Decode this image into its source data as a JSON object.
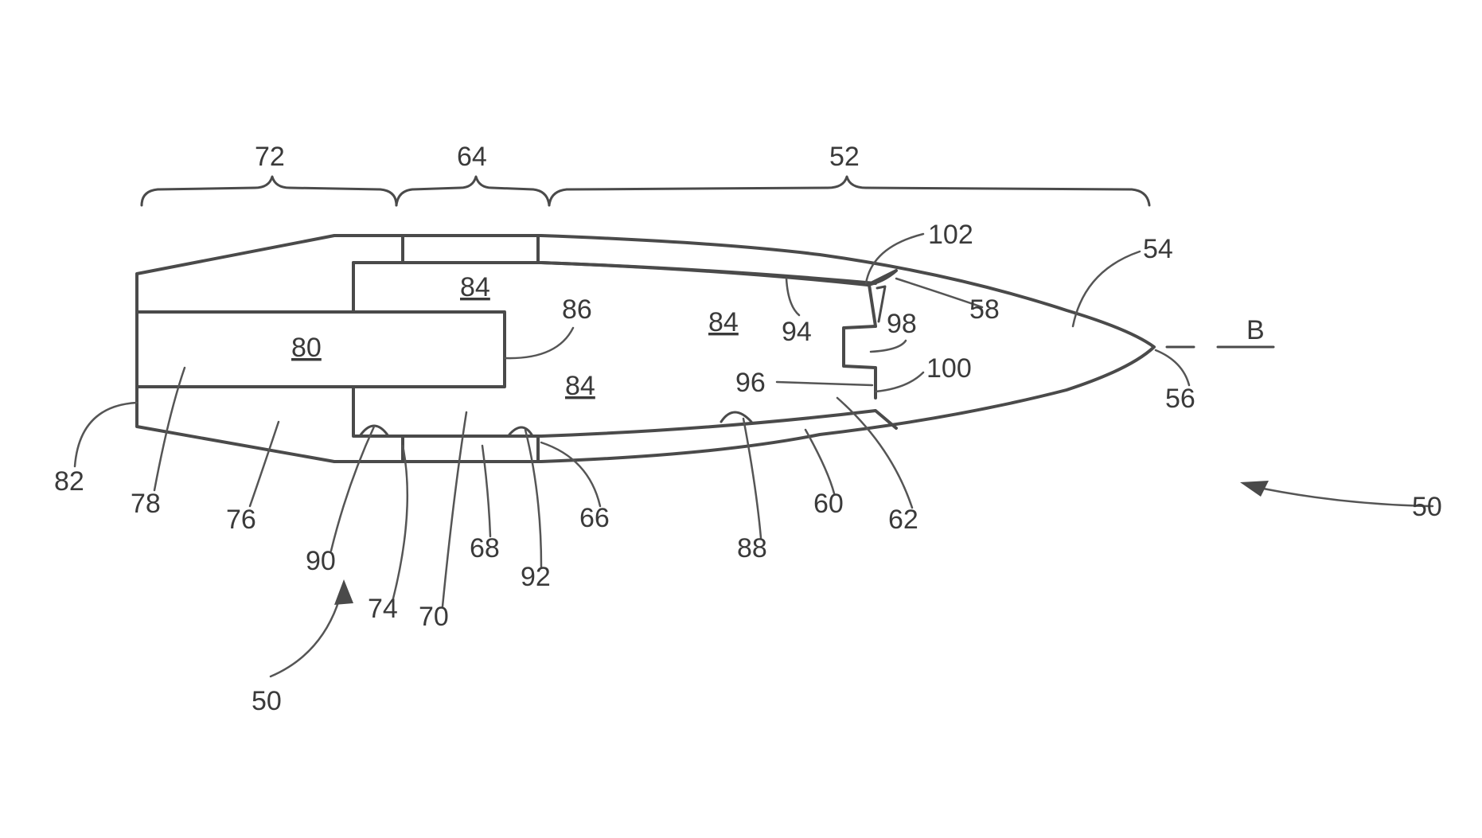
{
  "diagram": {
    "brackets": [
      "72",
      "64",
      "52"
    ],
    "reference_numerals": {
      "n80": "80",
      "n84a": "84",
      "n84b": "84",
      "n84c": "84",
      "n86": "86",
      "n102": "102",
      "n54": "54",
      "n58": "58",
      "n94": "94",
      "n98": "98",
      "n100": "100",
      "n96": "96",
      "n56": "56",
      "n82": "82",
      "n78": "78",
      "n76": "76",
      "n90": "90",
      "n74": "74",
      "n70": "70",
      "n68": "68",
      "n92": "92",
      "n66": "66",
      "n88": "88",
      "n60": "60",
      "n62": "62",
      "n50a": "50",
      "n50b": "50"
    },
    "axis_label": "B"
  }
}
